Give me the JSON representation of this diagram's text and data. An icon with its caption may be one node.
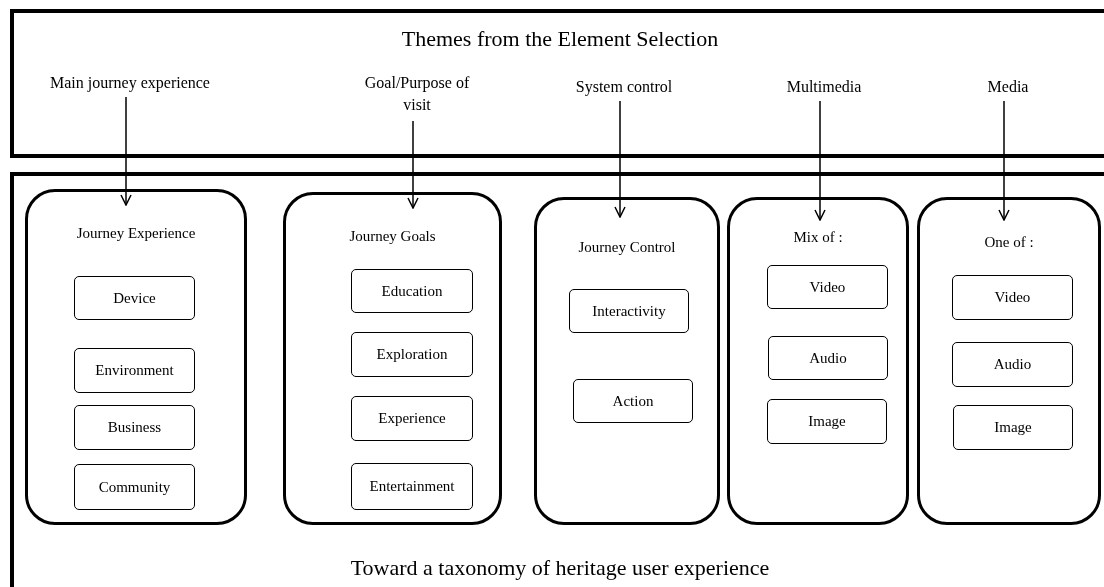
{
  "diagram": {
    "nodes": [
      {
        "text": [
          "Themes from the Element Selection"
        ]
      },
      {
        "text": [
          "Main journey experience"
        ],
        "in": 0
      },
      {
        "text": [
          "Goal/Purpose of visit"
        ],
        "in": 0
      },
      {
        "text": [
          "System control"
        ],
        "in": 0
      },
      {
        "text": [
          "Multimedia"
        ],
        "in": 0
      },
      {
        "text": [
          "Media"
        ],
        "in": 0
      },
      {
        "text": [
          "Toward a taxonomy of heritage user experience"
        ]
      },
      {
        "text": [
          "Journey Experience"
        ],
        "in": 6
      },
      {
        "text": [
          "Device"
        ],
        "in": 7
      },
      {
        "text": [
          "Environment"
        ],
        "in": 7
      },
      {
        "text": [
          "Business"
        ],
        "in": 7
      },
      {
        "text": [
          "Community"
        ],
        "in": 7
      },
      {
        "text": [
          "Journey Goals"
        ],
        "in": 6
      },
      {
        "text": [
          "Education"
        ],
        "in": 12
      },
      {
        "text": [
          "Exploration"
        ],
        "in": 12
      },
      {
        "text": [
          "Experience"
        ],
        "in": 12
      },
      {
        "text": [
          "Entertainment"
        ],
        "in": 12
      },
      {
        "text": [
          "Journey Control"
        ],
        "in": 6
      },
      {
        "text": [
          "Interactivity"
        ],
        "in": 17
      },
      {
        "text": [
          "Action"
        ],
        "in": 17
      },
      {
        "text": [
          "Mix of :"
        ],
        "in": 6
      },
      {
        "text": [
          "Video"
        ],
        "in": 20
      },
      {
        "text": [
          "Audio"
        ],
        "in": 20
      },
      {
        "text": [
          "Image"
        ],
        "in": 20
      },
      {
        "text": [
          "One of :"
        ],
        "in": 6
      },
      {
        "text": [
          "Video"
        ],
        "in": 24
      },
      {
        "text": [
          "Audio"
        ],
        "in": 24
      },
      {
        "text": [
          "Image"
        ],
        "in": 24
      }
    ],
    "edges": [
      {
        "from": 1,
        "to": 7,
        "arrow": "to"
      },
      {
        "from": 2,
        "to": 12,
        "arrow": "to"
      },
      {
        "from": 3,
        "to": 17,
        "arrow": "to"
      },
      {
        "from": 4,
        "to": 20,
        "arrow": "to"
      },
      {
        "from": 5,
        "to": 24,
        "arrow": "to"
      }
    ]
  }
}
